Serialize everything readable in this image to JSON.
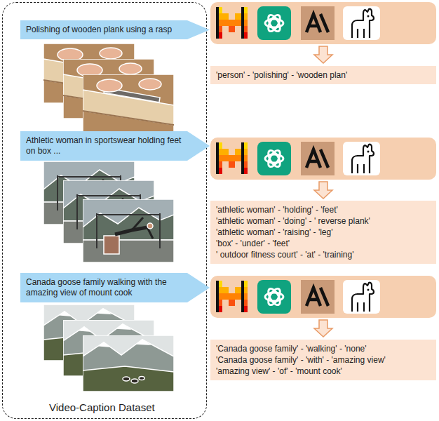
{
  "diagram": {
    "nodes": [
      {
        "text": [
          "Video-Caption Dataset"
        ]
      },
      {
        "text": [
          "Polishing of wooden plank using a rasp"
        ],
        "in": 0
      },
      {
        "text": [
          "Athletic woman in sportswear holding feet on box ..."
        ],
        "in": 0
      },
      {
        "text": [
          "Canada goose family walking with the amazing view of mount cook"
        ],
        "in": 0
      },
      {
        "text": [
          "'person' - 'polishing' - 'wooden plan'"
        ]
      },
      {
        "text": [
          "'athletic woman' - 'holding' - 'feet'",
          "'athletic woman' - 'doing' - ' reverse plank'",
          "'athletic woman' - 'raising' - 'leg'",
          "'box' - 'under' - 'feet'",
          "' outdoor fitness court' - 'at' - 'training'"
        ]
      },
      {
        "text": [
          "'Canada goose family' - 'walking' - 'none'",
          "'Canada goose family' - 'with' - 'amazing view'",
          "'amazing view' - 'of' - 'mount cook'"
        ]
      }
    ]
  }
}
